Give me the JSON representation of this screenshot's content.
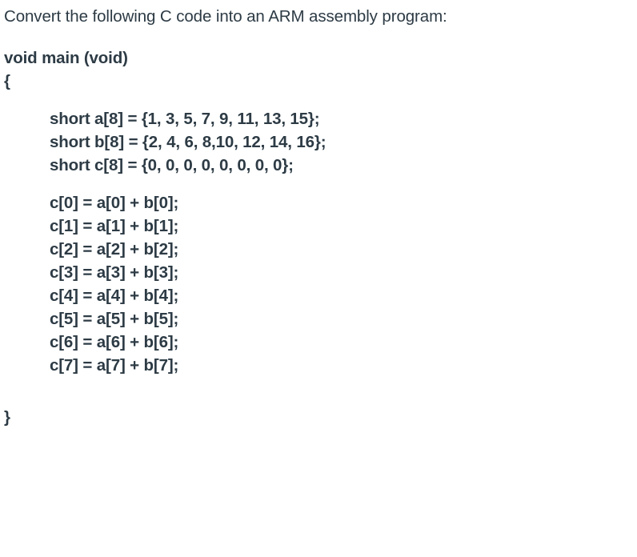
{
  "prompt": "Convert the following C code into an ARM assembly program:",
  "code": {
    "signature": "void main (void)",
    "open_brace": "{",
    "close_brace": "}",
    "declarations": [
      "short a[8] = {1, 3, 5, 7, 9, 11, 13, 15};",
      "short b[8] = {2, 4, 6, 8,10, 12, 14, 16};",
      "short c[8] = {0, 0, 0, 0, 0, 0, 0, 0};"
    ],
    "assignments": [
      "c[0] = a[0] + b[0];",
      "c[1] = a[1] + b[1];",
      "c[2] = a[2] + b[2];",
      "c[3] = a[3] + b[3];",
      "c[4] = a[4] + b[4];",
      "c[5] = a[5] + b[5];",
      "c[6] = a[6] + b[6];",
      "c[7] = a[7] + b[7];"
    ]
  },
  "colors": {
    "text": "#2d3b45",
    "background": "#ffffff"
  }
}
